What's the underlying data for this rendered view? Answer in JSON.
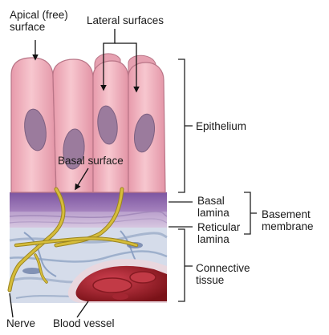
{
  "labels": {
    "apical_line1": "Apical (free)",
    "apical_line2": "surface",
    "lateral": "Lateral surfaces",
    "basal_surface": "Basal surface",
    "epithelium": "Epithelium",
    "basal_lamina_line1": "Basal",
    "basal_lamina_line2": "lamina",
    "reticular_lamina_line1": "Reticular",
    "reticular_lamina_line2": "lamina",
    "basement_line1": "Basement",
    "basement_line2": "membrane",
    "connective_line1": "Connective",
    "connective_line2": "tissue",
    "nerve": "Nerve",
    "blood_vessel": "Blood vessel"
  },
  "colors": {
    "cell_fill": "#f1b4c0",
    "cell_edge": "#b97587",
    "nucleus": "#9a7a9c",
    "basal_lamina": "#9670ad",
    "reticular_lamina": "#c8b0d4",
    "connective_bg": "#d4dcea",
    "fiber": "#8ea4c4",
    "nerve": "#c8b030",
    "blood": "#a8242c",
    "bracket": "#222222"
  }
}
